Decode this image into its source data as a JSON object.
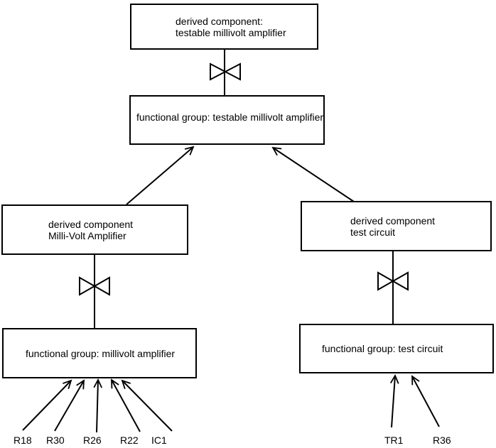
{
  "nodes": {
    "top_derived": {
      "line1": "derived component:",
      "line2": "testable millivolt amplifier"
    },
    "top_functional": {
      "label": "functional group: testable millivolt amplifier"
    },
    "left_derived": {
      "line1": "derived component",
      "line2": "Milli-Volt Amplifier"
    },
    "right_derived": {
      "line1": "derived component",
      "line2": "test circuit"
    },
    "left_functional": {
      "label": "functional group: millivolt amplifier"
    },
    "right_functional": {
      "label": "functional group: test circuit"
    }
  },
  "leaves": {
    "left": [
      "R18",
      "R30",
      "R26",
      "R22",
      "IC1"
    ],
    "right": [
      "TR1",
      "R36"
    ]
  },
  "colors": {
    "line": "#000000",
    "background": "#ffffff",
    "text": "#000000"
  }
}
